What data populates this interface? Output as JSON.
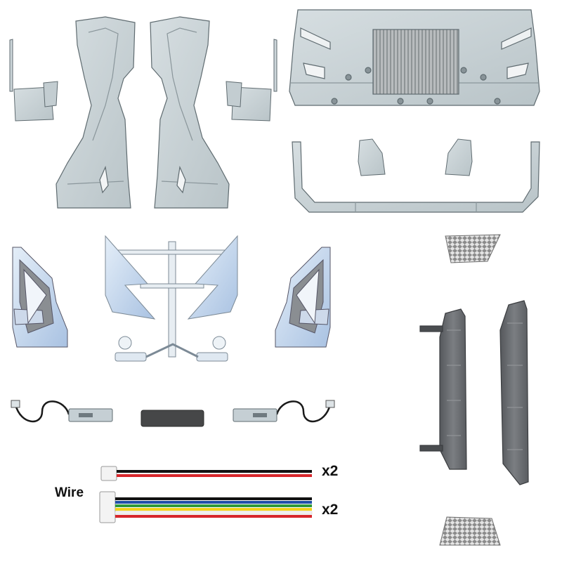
{
  "labels": {
    "wire": "Wire",
    "qty_two_pin": "x2",
    "qty_six_pin": "x2"
  },
  "colors": {
    "plastic_light": "#c9d3d7",
    "plastic_edge": "#5f6b70",
    "lens_blue": "#b9cde6",
    "dark_grille": "#6d7074",
    "black_pad": "#464748"
  },
  "wire_colors": {
    "two_pin": [
      "#111111",
      "#d7262b"
    ],
    "six_pin": [
      "#111111",
      "#1f4fa8",
      "#2e9a3a",
      "#f2d21a",
      "#f2f2f2",
      "#d7262b"
    ]
  }
}
